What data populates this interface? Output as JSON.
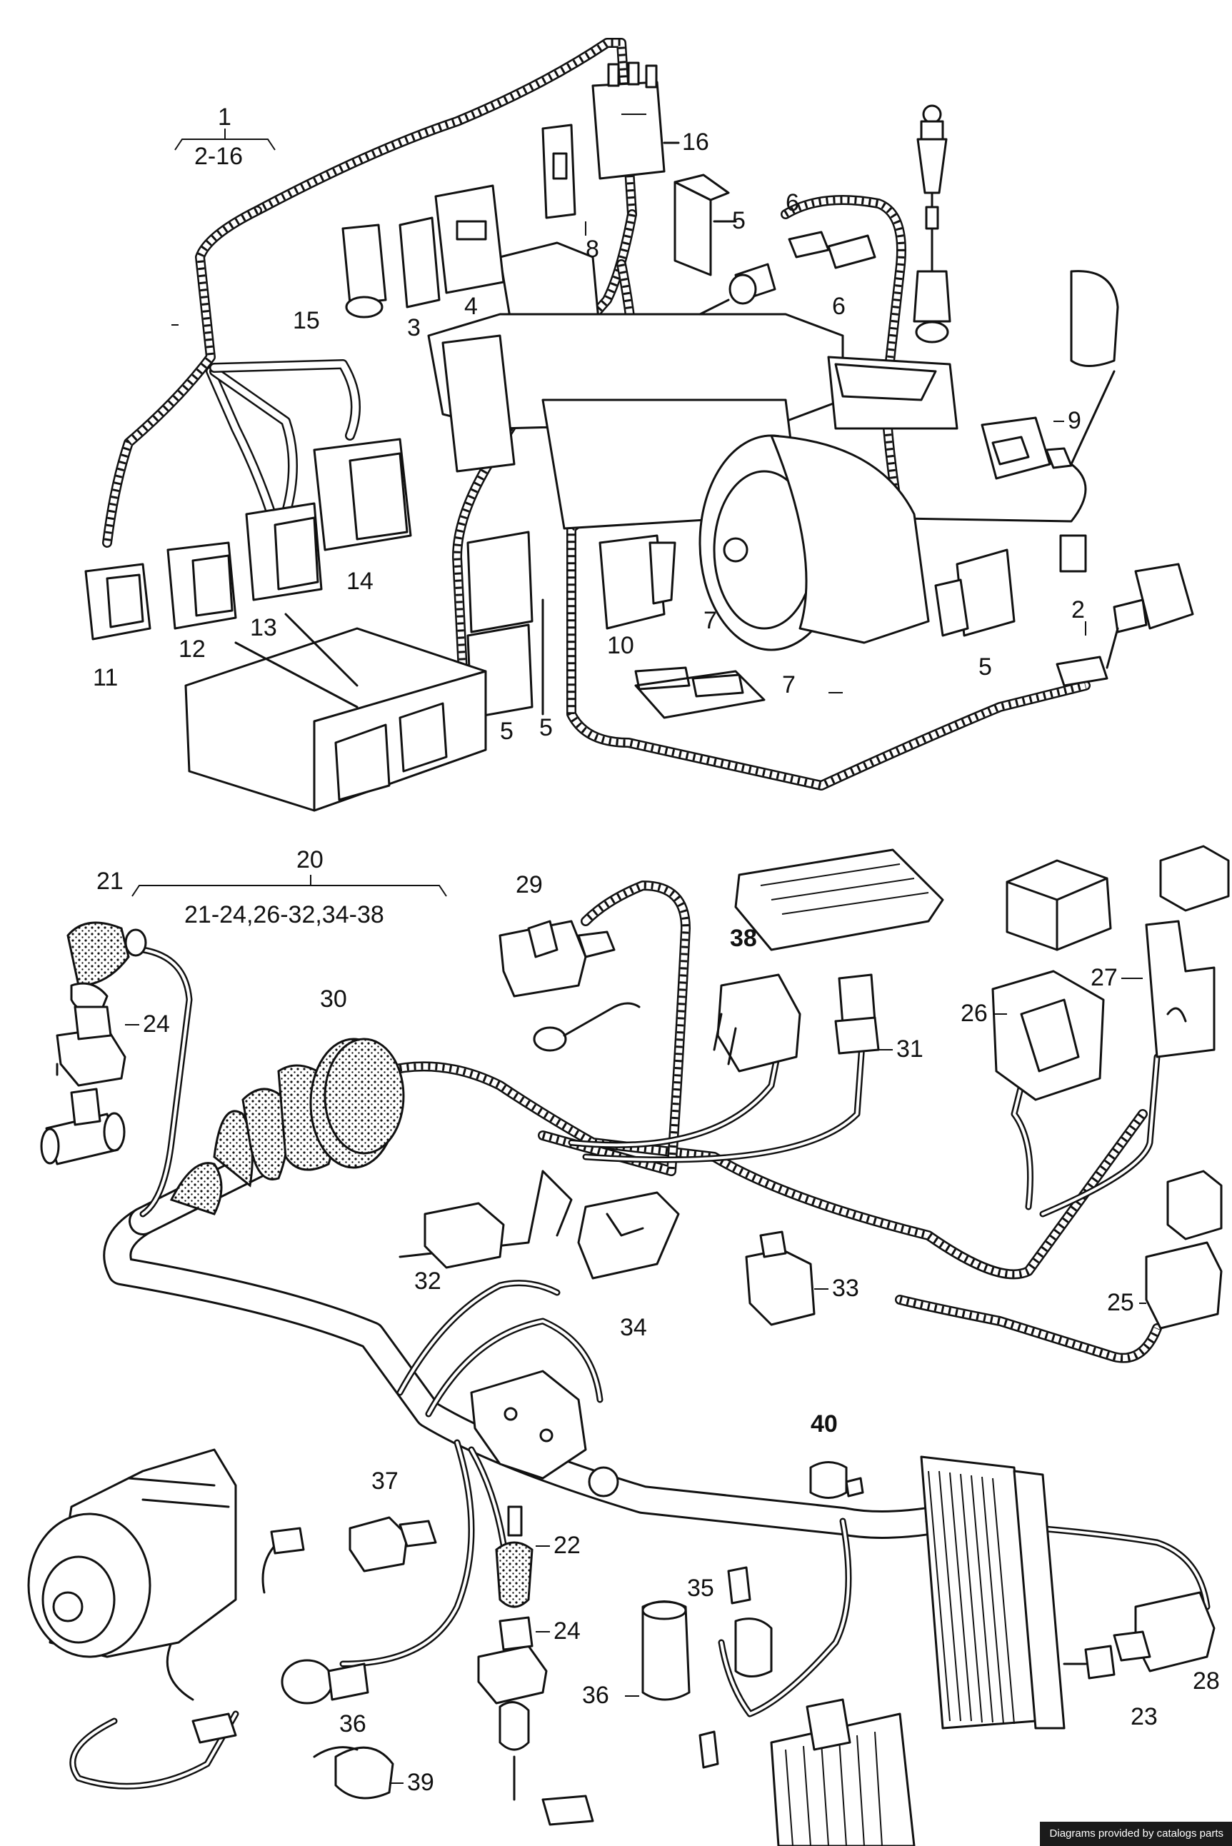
{
  "callouts": {
    "c1": "1",
    "c1_range": "2-16",
    "c2": "2",
    "c3": "3",
    "c4": "4",
    "c5a": "5",
    "c5b": "5",
    "c5c": "5",
    "c5d": "5",
    "c6a": "6",
    "c6b": "6",
    "c7a": "7",
    "c7b": "7",
    "c8": "8",
    "c9": "9",
    "c10": "10",
    "c11": "11",
    "c12": "12",
    "c13": "13",
    "c14": "14",
    "c15": "15",
    "c16": "16",
    "c20": "20",
    "c20_range": "21-24,26-32,34-38",
    "c21": "21",
    "c22": "22",
    "c23": "23",
    "c24a": "24",
    "c24b": "24",
    "c25": "25",
    "c26": "26",
    "c27": "27",
    "c28": "28",
    "c29": "29",
    "c30": "30",
    "c31": "31",
    "c32": "32",
    "c33": "33",
    "c34": "34",
    "c35": "35",
    "c36a": "36",
    "c36b": "36",
    "c37": "37",
    "c38": "38",
    "c39": "39",
    "c40": "40"
  },
  "footer": {
    "credit": "Diagrams provided by catalogs parts"
  },
  "colors": {
    "ink": "#111111",
    "paper": "#ffffff",
    "credit_bg": "#1b1b1b"
  }
}
